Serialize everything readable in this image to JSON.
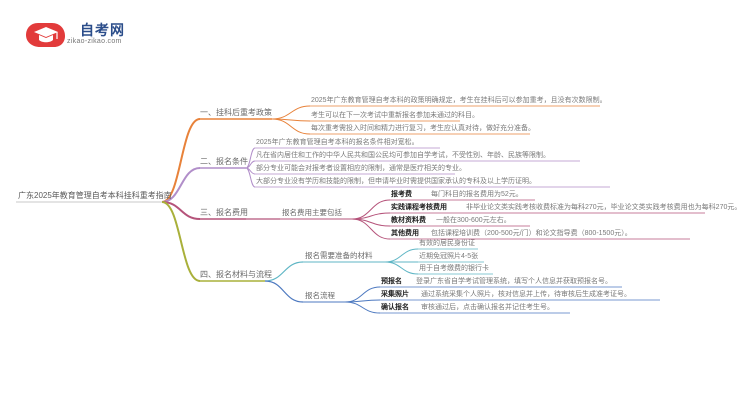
{
  "brand": {
    "title": "自考网",
    "url": "zikao-zikao.com",
    "colors": {
      "badge": "#e23b3b",
      "cap": "#2b4d8a"
    }
  },
  "mindmap": {
    "root": "广东2025年教育管理自考本科挂科重考指南",
    "branches": [
      {
        "label": "一、挂科后重考政策",
        "color": "#e8823a",
        "children": [
          {
            "text": "2025年广东教育管理自考本科的政策明确规定，考生在挂科后可以参加重考，且没有次数限制。"
          },
          {
            "text": "考生可以在下一次考试中重新报名参加未通过的科目。"
          },
          {
            "text": "每次重考需投入时间和精力进行复习，考生应认真对待，做好充分准备。"
          }
        ]
      },
      {
        "label": "二、报名条件",
        "color": "#b18ec9",
        "children": [
          {
            "text": "2025年广东教育管理自考本科的报名条件相对宽松。"
          },
          {
            "text": "凡在省内居住和工作的中华人民共和国公民均可参加自学考试，不受性别、年龄、民族等限制。"
          },
          {
            "text": "部分专业可能会对报考者设置相应的限制，通常是医疗相关的专业。"
          },
          {
            "text": "大部分专业没有学历和技能的限制，但申请毕业时需提供国家承认的专科及以上学历证明。"
          }
        ]
      },
      {
        "label": "三、报名费用",
        "color": "#b5537a",
        "sub": "报名费用主要包括",
        "children": [
          {
            "label": "报考费",
            "text": "每门科目的报名费用为52元。"
          },
          {
            "label": "实践课程考核费用",
            "text": "非毕业论文类实践考核收费标准为每科270元，毕业论文类实践考核费用也为每科270元。"
          },
          {
            "label": "教材资料费",
            "text": "一般在300-600元左右。"
          },
          {
            "label": "其他费用",
            "text": "包括课程培训费（200-500元/门）和论文指导费（800-1500元）。"
          }
        ]
      },
      {
        "label": "四、报名材料与流程",
        "color": "#a9b03a",
        "groups": [
          {
            "sub": "报名需要准备的材料",
            "color": "#5fb6c5",
            "children": [
              {
                "text": "有效的居民身份证"
              },
              {
                "text": "近期免冠照片4-5张"
              },
              {
                "text": "用于自考缴费的银行卡"
              }
            ]
          },
          {
            "sub": "报名流程",
            "color": "#4d79c0",
            "children": [
              {
                "label": "预报名",
                "text": "登录广东省自学考试管理系统，填写个人信息并获取预报名号。"
              },
              {
                "label": "采集照片",
                "text": "通过系统采集个人照片，核对信息并上传，待审核后生成准考证号。"
              },
              {
                "label": "确认报名",
                "text": "审核通过后，点击确认报名并记住考生号。"
              }
            ]
          }
        ]
      }
    ]
  }
}
